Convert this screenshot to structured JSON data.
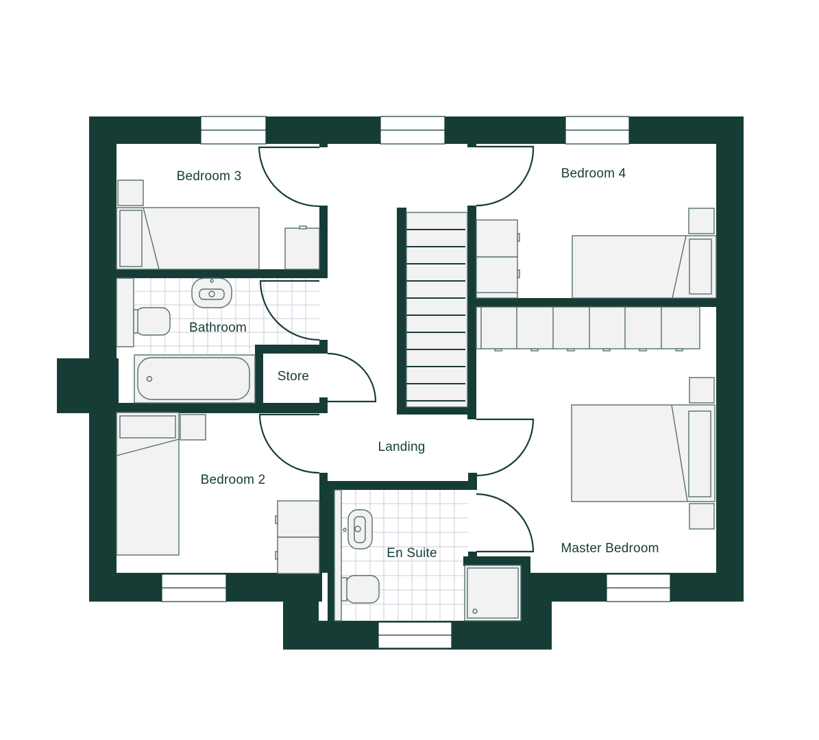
{
  "floorplan": {
    "colors": {
      "wall": "#163d35",
      "furniture": "#f2f2f2",
      "furniture_stroke": "#52706a",
      "tile_grout": "#d6d3e0",
      "background": "#ffffff"
    },
    "rooms": [
      {
        "id": "bedroom-3",
        "label": "Bedroom 3"
      },
      {
        "id": "bedroom-4",
        "label": "Bedroom 4"
      },
      {
        "id": "bathroom",
        "label": "Bathroom"
      },
      {
        "id": "store",
        "label": "Store"
      },
      {
        "id": "landing",
        "label": "Landing"
      },
      {
        "id": "bedroom-2",
        "label": "Bedroom 2"
      },
      {
        "id": "en-suite",
        "label": "En Suite"
      },
      {
        "id": "master-bedroom",
        "label": "Master Bedroom"
      }
    ],
    "stairs": {
      "steps": 12
    }
  }
}
